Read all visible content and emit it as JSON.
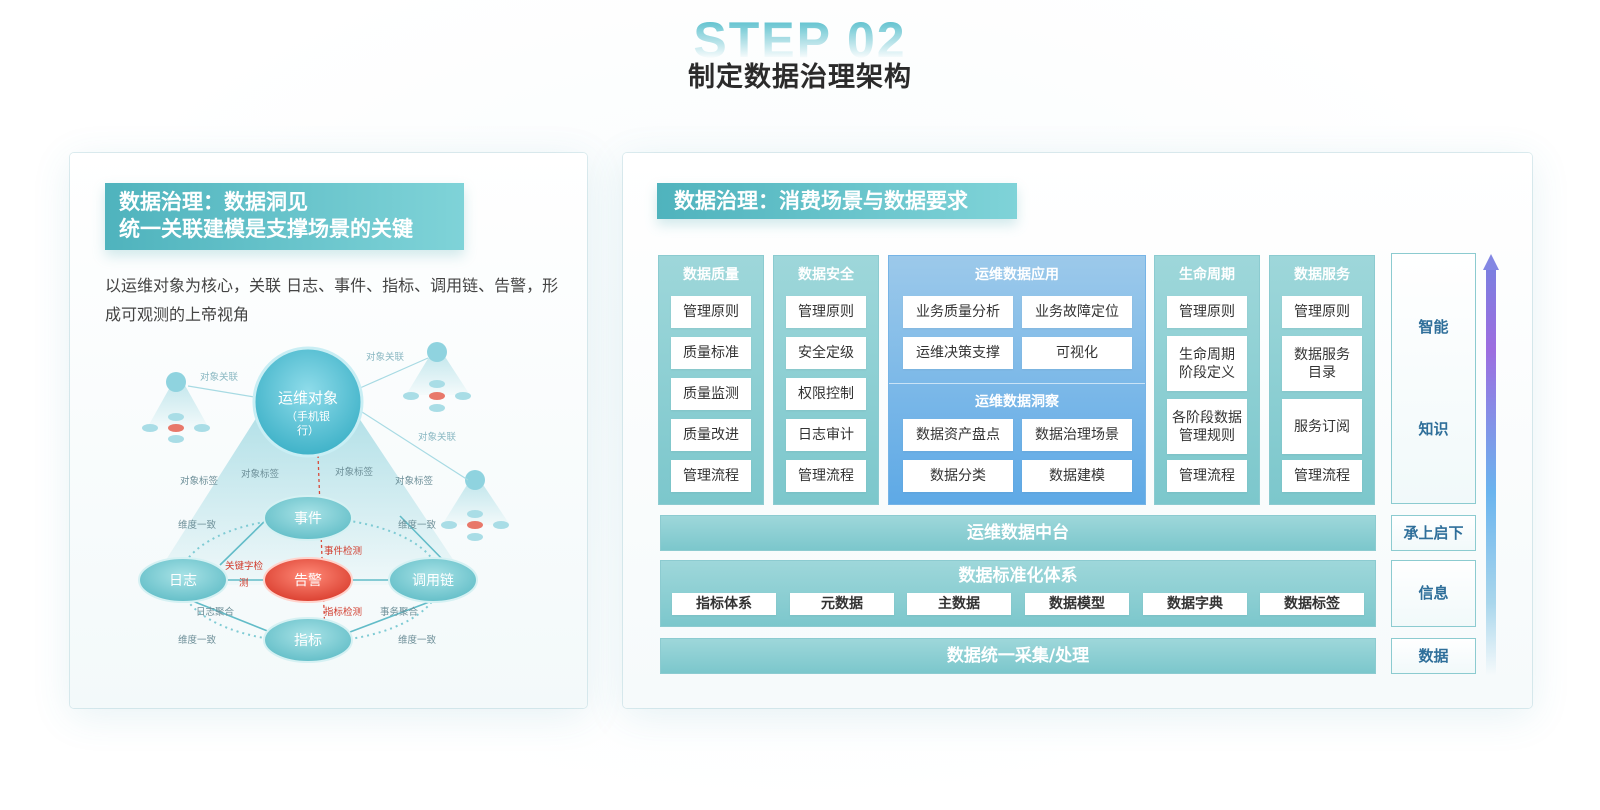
{
  "header": {
    "step": "STEP 02",
    "title": "制定数据治理架构"
  },
  "left": {
    "banner_line1": "数据治理：数据洞见",
    "banner_line2": "统一关联建模是支撑场景的关键",
    "description": "以运维对象为核心，关联 日志、事件、指标、调用链、告警，形成可观测的上帝视角",
    "diagram": {
      "center": "运维对象",
      "center_sub1": "（手机银",
      "center_sub2": "行）",
      "event": "事件",
      "log": "日志",
      "alarm": "告警",
      "trace": "调用链",
      "metric": "指标",
      "obj_rel_1": "对象关联",
      "obj_rel_2": "对象关联",
      "obj_rel_3": "对象关联",
      "tag_1": "对象标签",
      "tag_2": "对象标签",
      "tag_3": "对象标签",
      "tag_4": "对象标签",
      "dim_1": "维度一致",
      "dim_2": "维度一致",
      "dim_3": "维度一致",
      "dim_4": "维度一致",
      "keyword_1": "关键字检",
      "keyword_2": "测",
      "event_detect": "事件检测",
      "metric_detect": "指标检测",
      "log_agg": "日志聚合",
      "biz_agg": "事务聚合"
    }
  },
  "right": {
    "banner": "数据治理：消费场景与数据要求",
    "columns": {
      "quality": {
        "title": "数据质量",
        "items": [
          "管理原则",
          "质量标准",
          "质量监测",
          "质量改进",
          "管理流程"
        ]
      },
      "security": {
        "title": "数据安全",
        "items": [
          "管理原则",
          "安全定级",
          "权限控制",
          "日志审计",
          "管理流程"
        ]
      },
      "app": {
        "title": "运维数据应用",
        "items": [
          "业务质量分析",
          "业务故障定位",
          "运维决策支撑",
          "可视化"
        ]
      },
      "insight": {
        "title": "运维数据洞察",
        "items": [
          "数据资产盘点",
          "数据治理场景",
          "数据分类",
          "数据建模"
        ]
      },
      "lifecycle": {
        "title": "生命周期",
        "items": [
          "管理原则",
          "生命周期阶段定义",
          "各阶段数据管理规则",
          "管理流程"
        ]
      },
      "service": {
        "title": "数据服务",
        "items": [
          "管理原则",
          "数据服务目录",
          "服务订阅",
          "管理流程"
        ]
      }
    },
    "middle_platform": "运维数据中台",
    "standard_system": {
      "title": "数据标准化体系",
      "items": [
        "指标体系",
        "元数据",
        "主数据",
        "数据模型",
        "数据字典",
        "数据标签"
      ]
    },
    "collect": "数据统一采集/处理",
    "levels": {
      "smart": "智能",
      "knowledge": "知识",
      "bridge": "承上启下",
      "info": "信息",
      "data": "数据"
    }
  }
}
